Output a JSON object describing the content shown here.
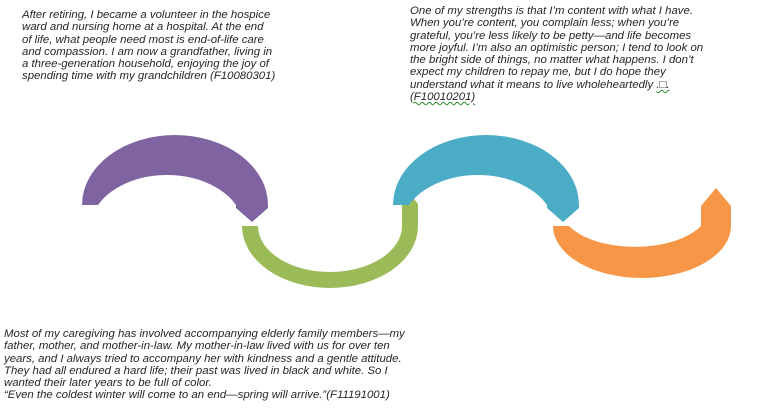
{
  "quotes": [
    {
      "lines": [
        "After retiring, I became a volunteer in the hospice",
        "ward and nursing home at a hospital. At the end",
        "of life, what people need most is end-of-life care",
        "and compassion. I am now a grandfather, living in",
        "a three-generation household, enjoying the joy of",
        "spending time with my grandchildren (F10080301)"
      ]
    },
    {
      "lines": [
        "One of my strengths is that I’m  content with what I have.",
        "When you’re content, you complain less; when you’re",
        "grateful, you’re less likely to be petty—and life becomes",
        "more joyful. I’m also an optimistic person; I tend to look on",
        "the bright side of things, no matter what happens. I don’t",
        "expect my children to repay me, but I do hope they",
        "understand what it means to live wholeheartedly",
        "(F10010201)"
      ],
      "trailing_mark": ".□."
    },
    {
      "lines": [
        "Most of my caregiving has involved accompanying elderly family members—my",
        "father, mother, and mother-in-law. My mother-in-law lived with us for over ten",
        "years, and I always tried to accompany her with kindness and a gentle attitude.",
        "They had all endured a hard life; their past was lived in black and white. So I",
        "wanted their later years to be full of color.",
        "“Even the coldest winter will come to an end—spring will arrive.”(F11191001)"
      ]
    }
  ],
  "arcs": [
    {
      "name": "purple-arc",
      "color": "#8064a2",
      "direction": "top"
    },
    {
      "name": "green-arc",
      "color": "#9bbb59",
      "direction": "bottom"
    },
    {
      "name": "blue-arc",
      "color": "#4bacc6",
      "direction": "top"
    },
    {
      "name": "orange-arc",
      "color": "#f79646",
      "direction": "bottom"
    }
  ]
}
